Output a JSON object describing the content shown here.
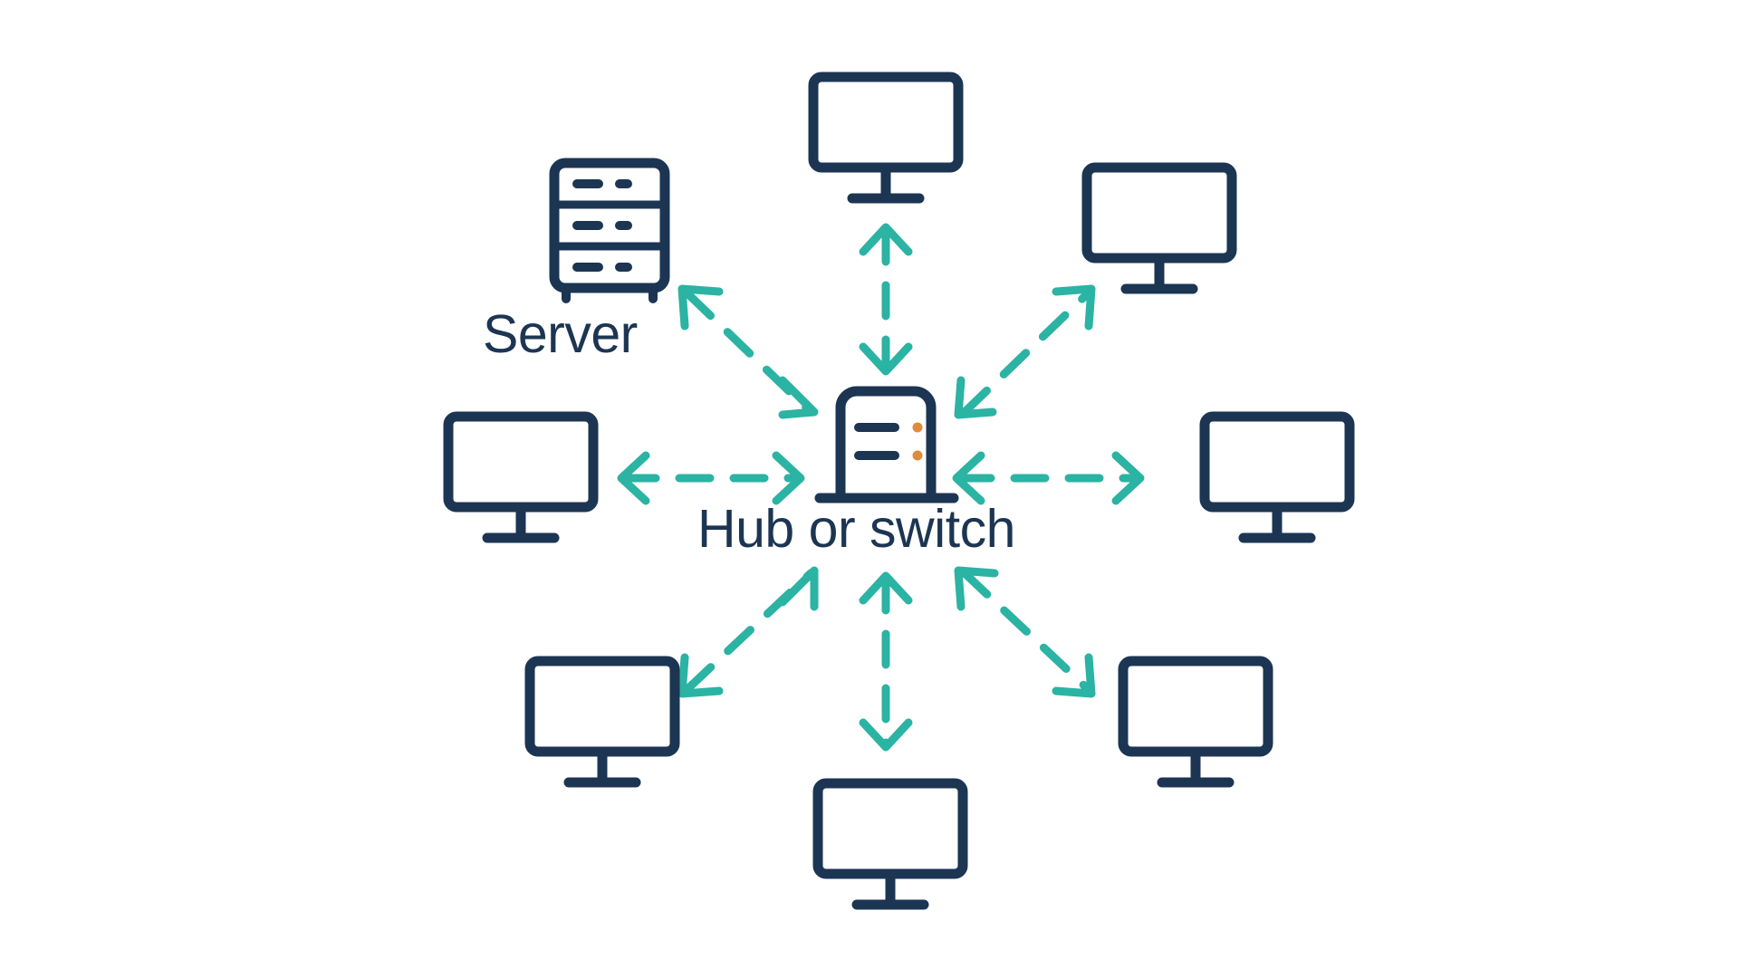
{
  "diagram": {
    "type": "network-topology",
    "topology": "star",
    "background_color": "#ffffff",
    "colors": {
      "device_stroke": "#1c3553",
      "arrow": "#2bb3a3",
      "hub_indicator": "#e08a3c",
      "label_text": "#1c3553"
    },
    "labels": [
      {
        "id": "server",
        "text": "Server"
      },
      {
        "id": "hub",
        "text": "Hub or switch"
      }
    ],
    "center_node": {
      "id": "hub-or-switch",
      "icon": "hub-switch-icon",
      "label": "Hub or switch",
      "indicator_dots": 2,
      "indicator_dashes": 2
    },
    "nodes": [
      {
        "id": "server-rack",
        "icon": "server-rack-icon",
        "label": "Server",
        "position": "top-left",
        "bays": 3
      },
      {
        "id": "monitor-top",
        "icon": "monitor-icon",
        "label": "",
        "position": "top"
      },
      {
        "id": "monitor-top-right",
        "icon": "monitor-icon",
        "label": "",
        "position": "top-right"
      },
      {
        "id": "monitor-right",
        "icon": "monitor-icon",
        "label": "",
        "position": "right"
      },
      {
        "id": "monitor-bottom-right",
        "icon": "monitor-icon",
        "label": "",
        "position": "bottom-right"
      },
      {
        "id": "monitor-bottom",
        "icon": "monitor-icon",
        "label": "",
        "position": "bottom"
      },
      {
        "id": "monitor-bottom-left",
        "icon": "monitor-icon",
        "label": "",
        "position": "bottom-left"
      },
      {
        "id": "monitor-left",
        "icon": "monitor-icon",
        "label": "",
        "position": "left"
      }
    ],
    "connections": [
      {
        "id": "link-hub-server",
        "from": "hub-or-switch",
        "to": "server-rack",
        "style": "dashed",
        "arrowheads": "both"
      },
      {
        "id": "link-hub-top",
        "from": "hub-or-switch",
        "to": "monitor-top",
        "style": "dashed",
        "arrowheads": "both"
      },
      {
        "id": "link-hub-top-right",
        "from": "hub-or-switch",
        "to": "monitor-top-right",
        "style": "dashed",
        "arrowheads": "both"
      },
      {
        "id": "link-hub-right",
        "from": "hub-or-switch",
        "to": "monitor-right",
        "style": "dashed",
        "arrowheads": "both"
      },
      {
        "id": "link-hub-bottom-right",
        "from": "hub-or-switch",
        "to": "monitor-bottom-right",
        "style": "dashed",
        "arrowheads": "both"
      },
      {
        "id": "link-hub-bottom",
        "from": "hub-or-switch",
        "to": "monitor-bottom",
        "style": "dashed",
        "arrowheads": "both"
      },
      {
        "id": "link-hub-bottom-left",
        "from": "hub-or-switch",
        "to": "monitor-bottom-left",
        "style": "dashed",
        "arrowheads": "both"
      },
      {
        "id": "link-hub-left",
        "from": "hub-or-switch",
        "to": "monitor-left",
        "style": "dashed",
        "arrowheads": "both"
      }
    ]
  }
}
